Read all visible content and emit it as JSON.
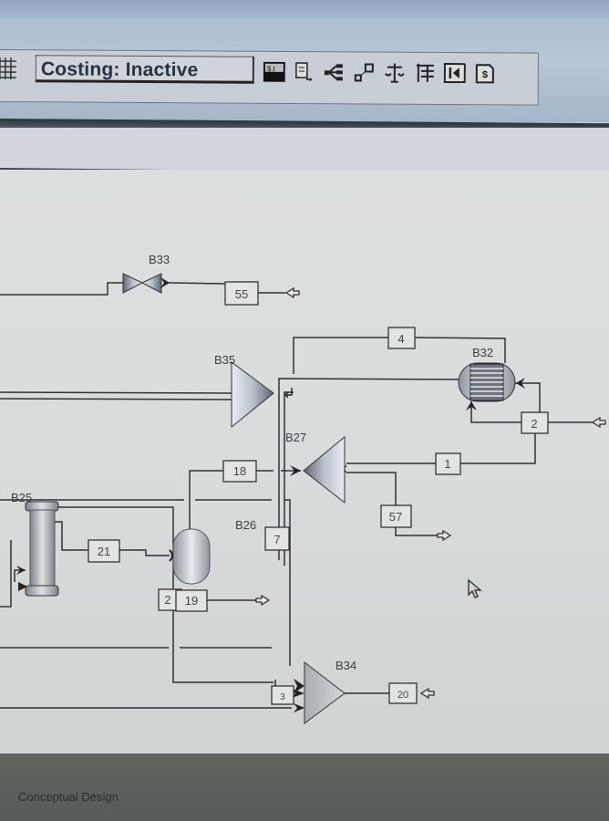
{
  "toolbar": {
    "costing_status": "Costing: Inactive",
    "icons": [
      {
        "name": "grid-icon"
      },
      {
        "name": "cost-picture-icon"
      },
      {
        "name": "document-export-icon"
      },
      {
        "name": "tree-branch-icon"
      },
      {
        "name": "connect-blocks-icon"
      },
      {
        "name": "balance-scale-icon"
      },
      {
        "name": "column-spec-icon"
      },
      {
        "name": "rewind-report-icon"
      },
      {
        "name": "dollar-page-icon"
      }
    ]
  },
  "flowsheet": {
    "blocks": [
      {
        "id": "B33",
        "type": "valve"
      },
      {
        "id": "B35",
        "type": "compressor"
      },
      {
        "id": "B32",
        "type": "heat-exchanger"
      },
      {
        "id": "B27",
        "type": "compressor"
      },
      {
        "id": "B25",
        "type": "column"
      },
      {
        "id": "B26",
        "type": "flash-drum"
      },
      {
        "id": "B34",
        "type": "mixer"
      }
    ],
    "streams": [
      "55",
      "4",
      "2",
      "18",
      "1",
      "57",
      "21",
      "2",
      "19",
      "7",
      "20",
      "3"
    ]
  },
  "status_bar": {
    "label": "Conceptual Design"
  }
}
